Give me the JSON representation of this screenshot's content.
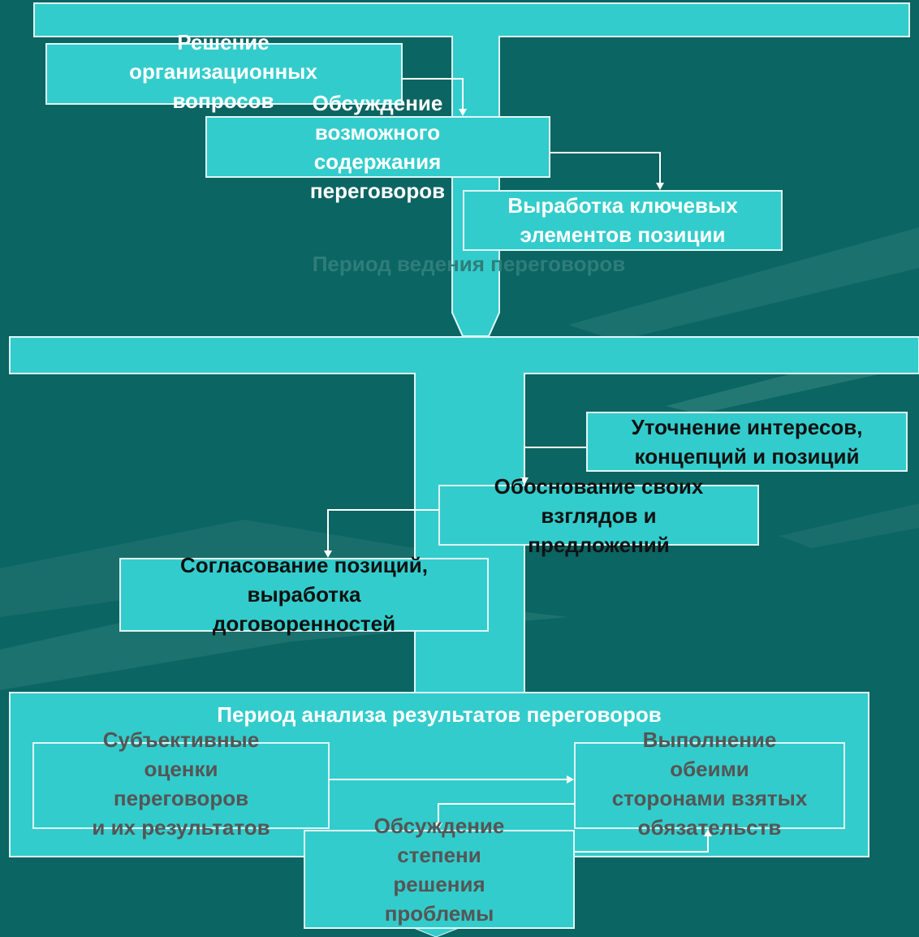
{
  "colors": {
    "background": "#0b6562",
    "box_fill": "#33cccc",
    "box_border": "#dff7f7",
    "connector": "#ffffff",
    "label_white": "#ffffff",
    "label_dark": "#111111",
    "label_gray": "#555555"
  },
  "stage1": {
    "step1": "Решение\nорганизационных\nвопросов",
    "step2": "Обсуждение\nвозможного\nсодержания\nпереговоров",
    "step3": "Выработка ключевых\nэлементов позиции"
  },
  "stage2": {
    "title": "Период ведения переговоров",
    "step1": "Уточнение интересов,\nконцепций и позиций",
    "step2": "Обоснование своих\nвзглядов и\nпредложений",
    "step3": "Согласование позиций,\nвыработка\nдоговоренностей"
  },
  "stage3": {
    "title": "Период анализа результатов переговоров",
    "step1": "Субъективные\nоценки\nпереговоров\nи их результатов",
    "step2": "Выполнение\nобеими\nсторонами взятых\nобязательств",
    "step3": "Обсуждение\nстепени\nрешения\nпроблемы"
  }
}
